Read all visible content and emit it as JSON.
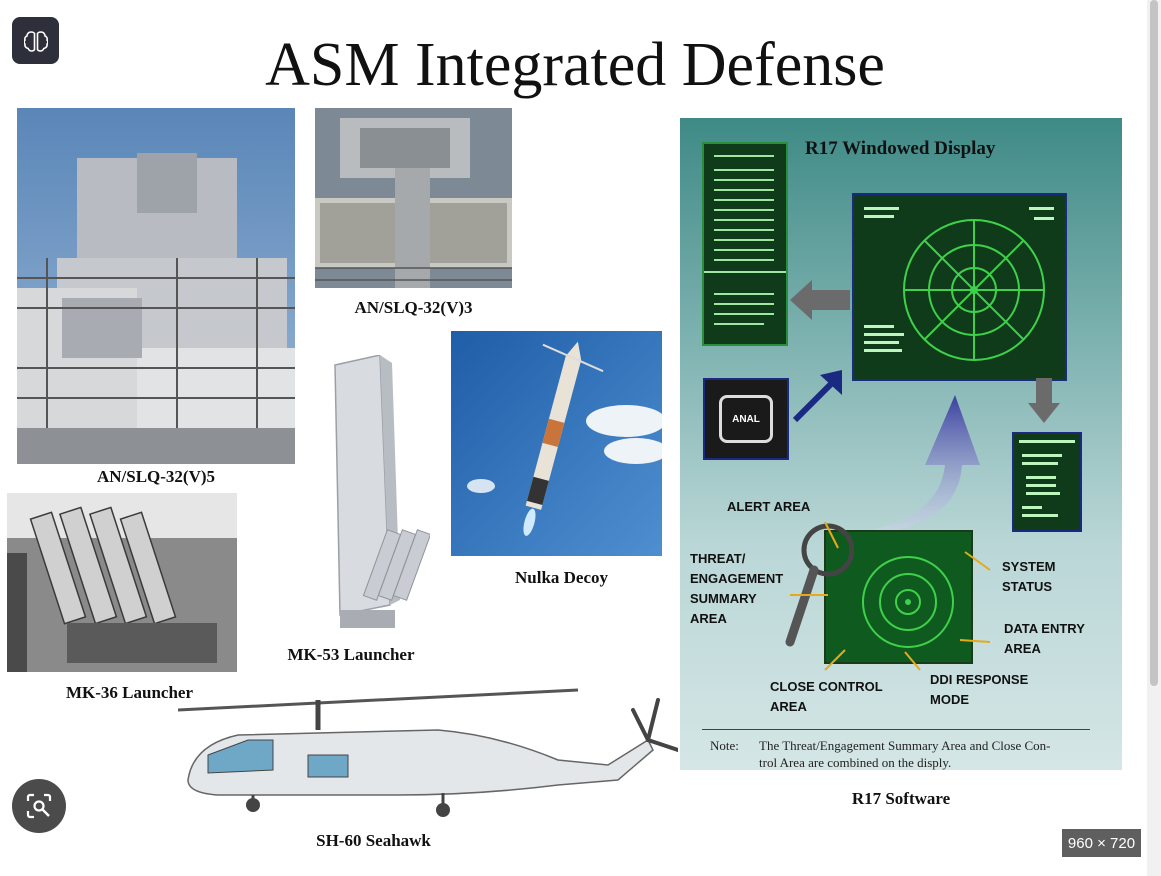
{
  "page": {
    "title": "ASM Integrated Defense",
    "image_size_badge": "960 × 720"
  },
  "captions": {
    "slq32v5": "AN/SLQ-32(V)5",
    "slq32v3": "AN/SLQ-32(V)3",
    "nulka": "Nulka Decoy",
    "mk53": "MK-53 Launcher",
    "mk36": "MK-36 Launcher",
    "seahawk": "SH-60 Seahawk",
    "r17": "R17 Software"
  },
  "r17_diagram": {
    "title": "R17 Windowed Display",
    "anal_label": "ANAL",
    "areas": {
      "alert": "ALERT AREA",
      "threat": [
        "THREAT/",
        "ENGAGEMENT",
        "SUMMARY",
        "AREA"
      ],
      "system_status": [
        "SYSTEM",
        "STATUS"
      ],
      "data_entry": [
        "DATA ENTRY",
        "AREA"
      ],
      "close_control": [
        "CLOSE CONTROL",
        "AREA"
      ],
      "ddi_response": [
        "DDI RESPONSE",
        "MODE"
      ]
    },
    "note_label": "Note:",
    "note_text_line1": "The Threat/Engagement Summary Area and Close Con-",
    "note_text_line2": "trol Area are combined on the disply."
  },
  "icons": {
    "lens": "brain-icon",
    "visual_search": "lens-search-icon"
  }
}
